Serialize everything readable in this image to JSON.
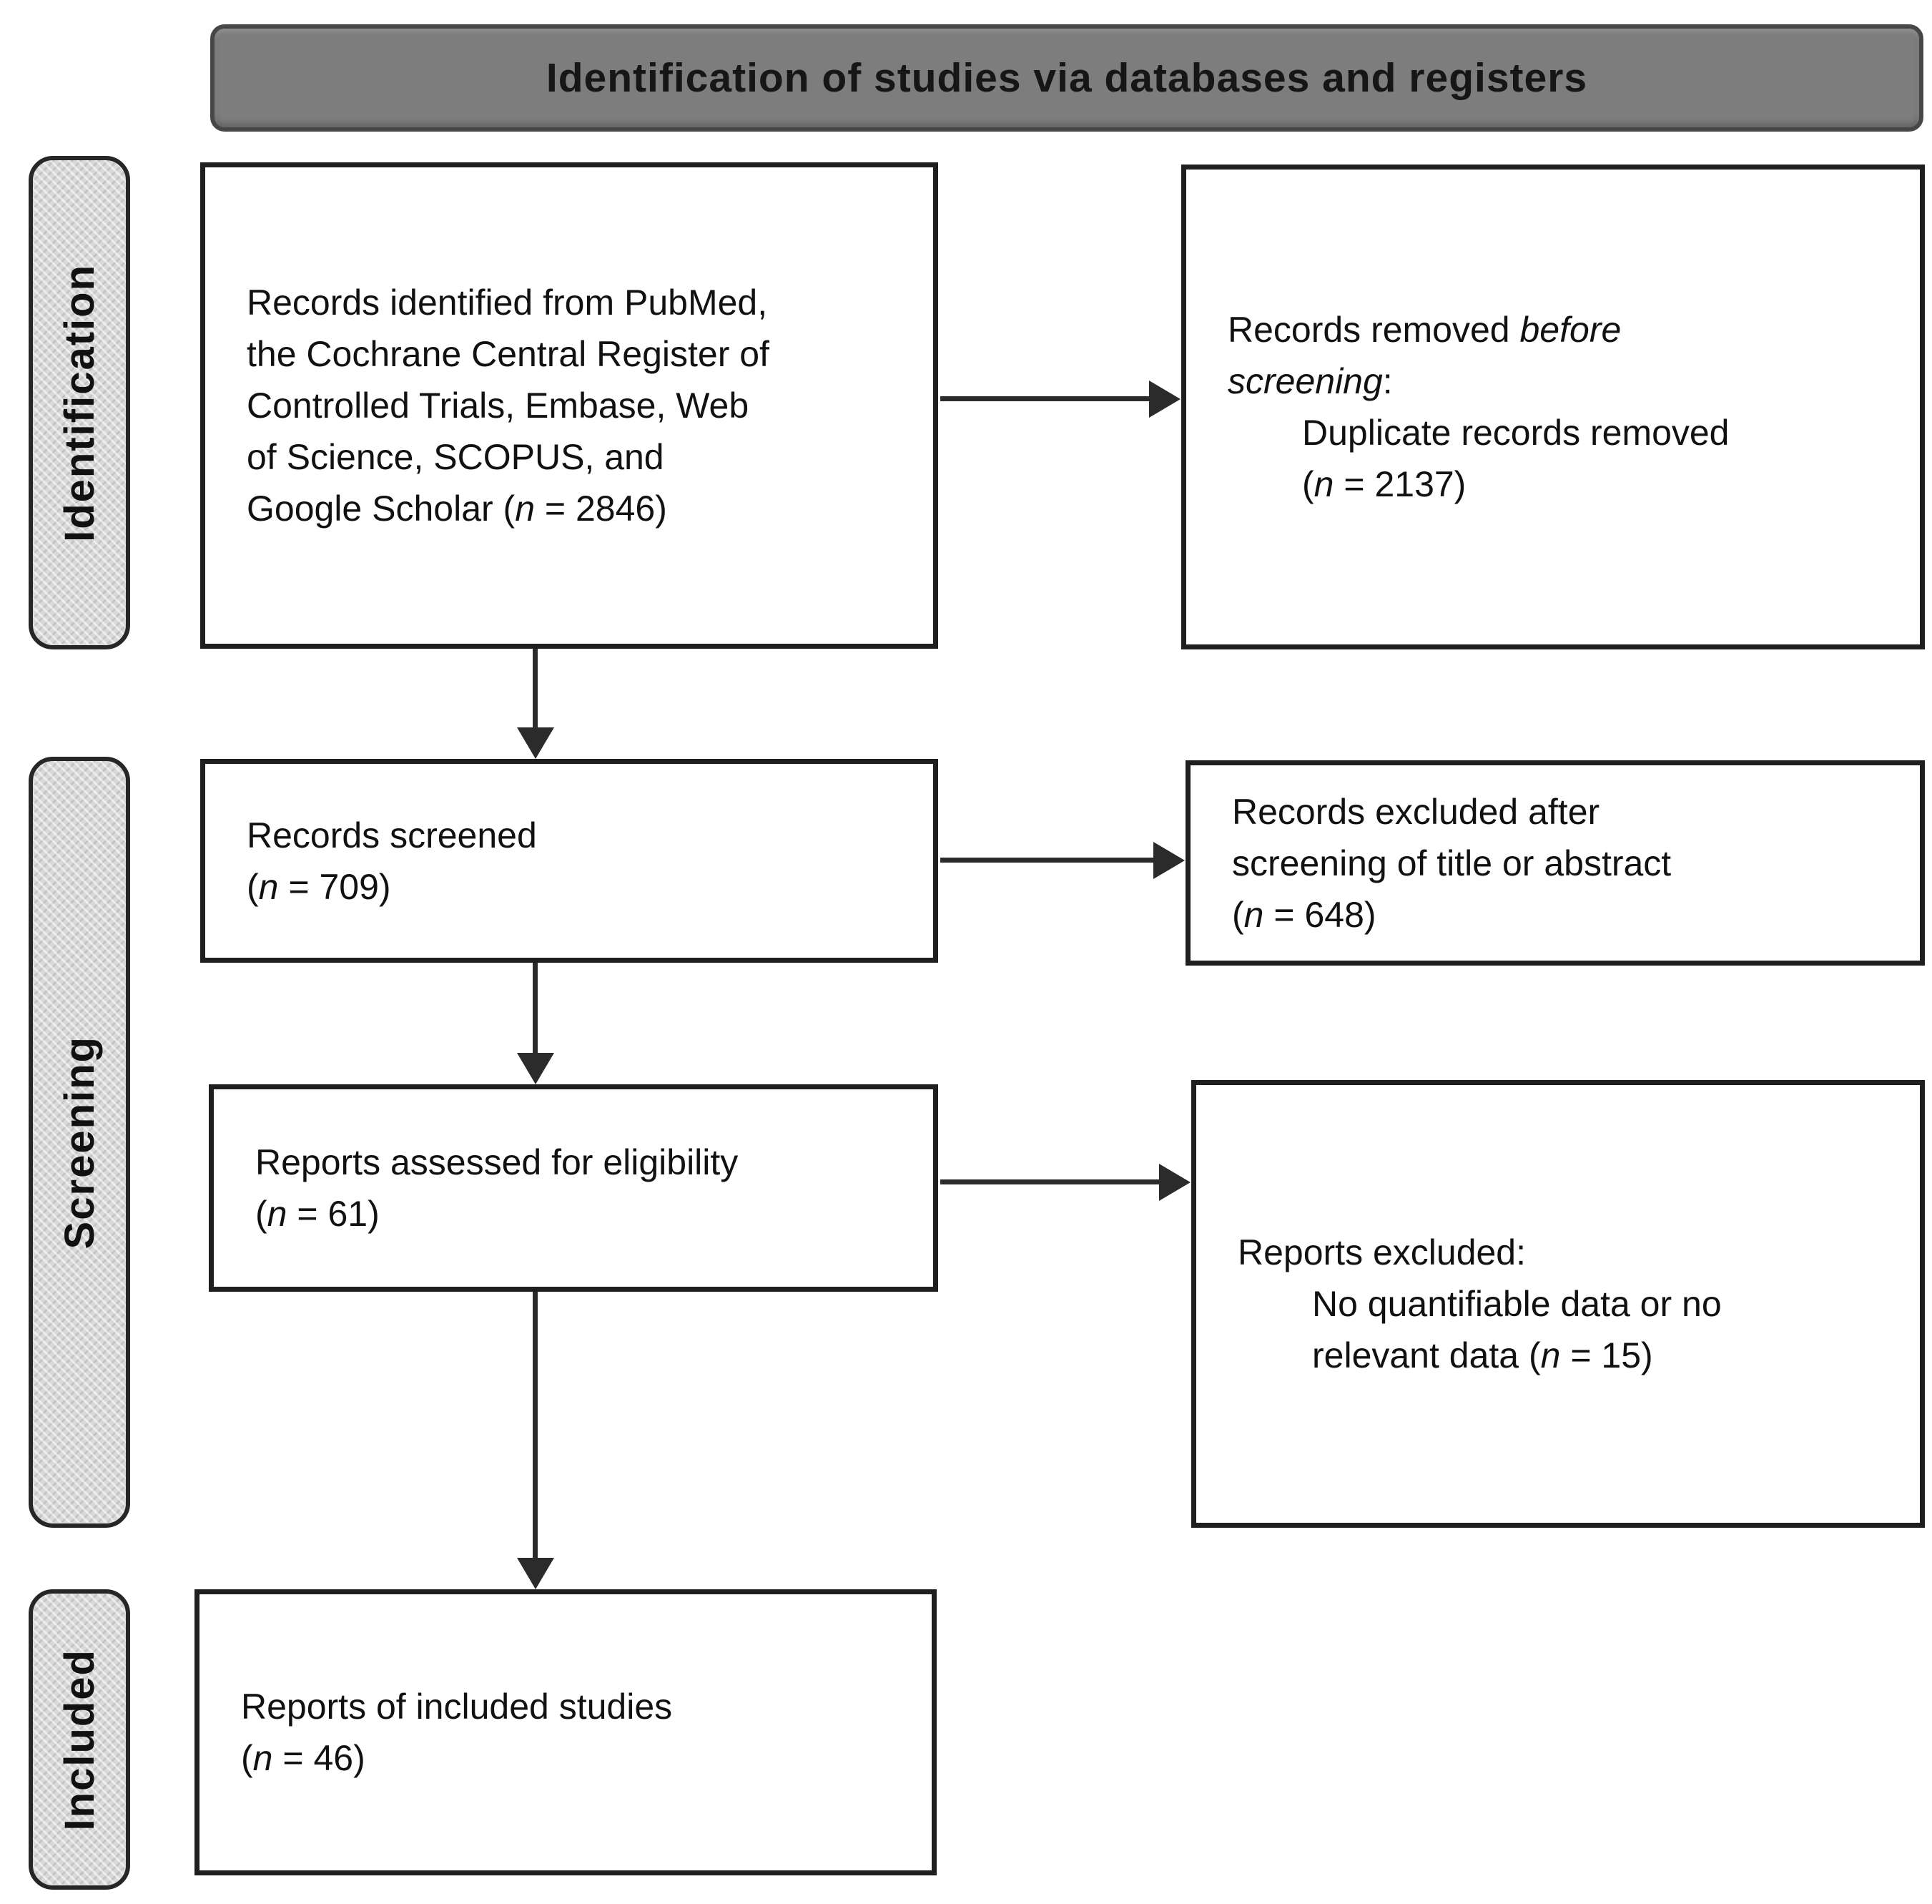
{
  "header": {
    "title": "Identification of studies via databases and registers"
  },
  "sidebar": {
    "stages": [
      {
        "label": "Identification"
      },
      {
        "label": "Screening"
      },
      {
        "label": "Included"
      }
    ]
  },
  "boxes": {
    "records_identified": {
      "lines": [
        "Records identified from PubMed,",
        "the Cochrane Central Register of",
        "Controlled Trials, Embase, Web",
        "of Science, SCOPUS, and",
        "Google Scholar "
      ],
      "n_open": "(",
      "n_var": "n",
      "n_rest": " = 2846)"
    },
    "records_removed": {
      "lead": "Records removed ",
      "lead_italic": "before screening",
      "lead_end": ":",
      "item": "Duplicate records removed",
      "n_open": "(",
      "n_var": "n",
      "n_rest": " = 2137)"
    },
    "records_screened": {
      "text": "Records screened",
      "n_open": "(",
      "n_var": "n",
      "n_rest": " = 709)"
    },
    "records_excluded": {
      "lines": [
        "Records excluded after",
        "screening of title or abstract"
      ],
      "n_open": "(",
      "n_var": "n",
      "n_rest": " = 648)"
    },
    "reports_assessed": {
      "text": "Reports assessed for eligibility",
      "n_open": "(",
      "n_var": "n",
      "n_rest": " = 61)"
    },
    "reports_excluded": {
      "lead": "Reports excluded:",
      "item": "No quantifiable data or no relevant data ",
      "n_open": "(",
      "n_var": "n",
      "n_rest": " = 15)"
    },
    "reports_included": {
      "text": "Reports of included studies",
      "n_open": "(",
      "n_var": "n",
      "n_rest": " = 46)"
    }
  },
  "colors": {
    "page_bg": "#ffffff",
    "header_fill": "#7d7d7d",
    "header_border": "#474747",
    "header_text": "#161616",
    "sidebar_fill": "#d9d9d9",
    "sidebar_border": "#262626",
    "box_fill": "#ffffff",
    "box_border": "#1f1f1f",
    "text": "#111111",
    "arrow": "#2b2b2b"
  }
}
